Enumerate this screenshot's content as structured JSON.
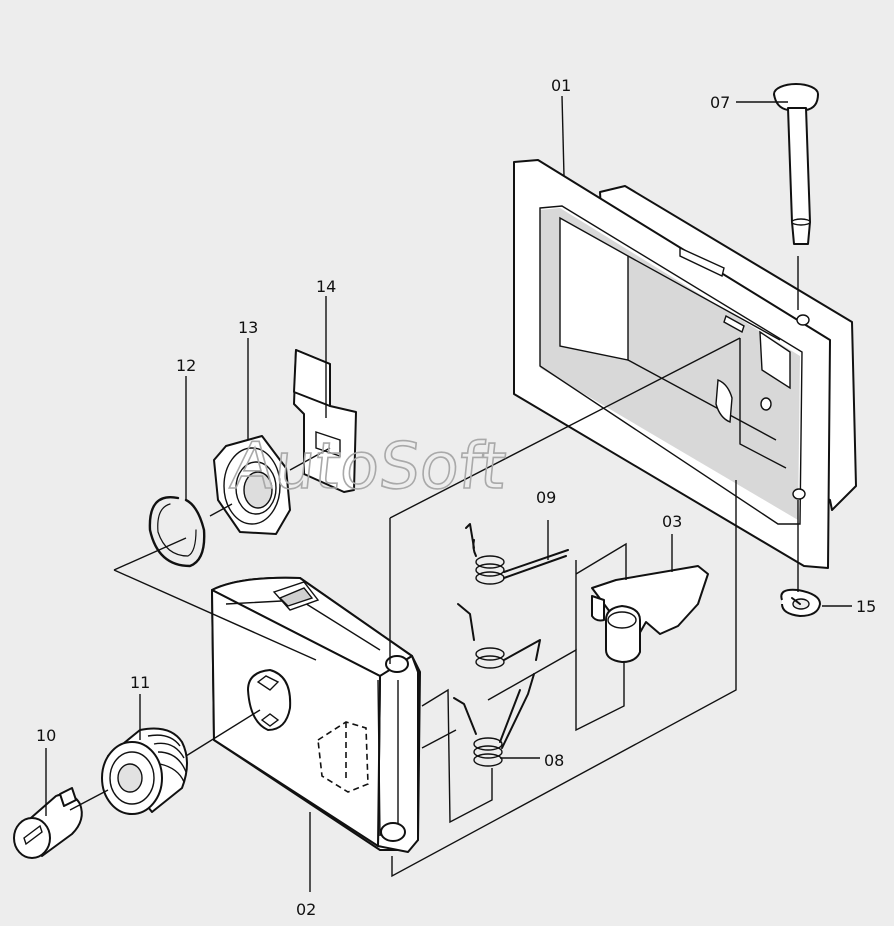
{
  "diagram": {
    "watermark": "AutoSoft",
    "labels": {
      "l01": "01",
      "l02": "02",
      "l03": "03",
      "l07": "07",
      "l08": "08",
      "l09": "09",
      "l10": "10",
      "l11": "11",
      "l12": "12",
      "l13": "13",
      "l14": "14",
      "l15": "15"
    },
    "colors": {
      "background": "#ededed",
      "line": "#111111",
      "part_fill": "#ffffff",
      "watermark": "#a9a9a9"
    }
  }
}
